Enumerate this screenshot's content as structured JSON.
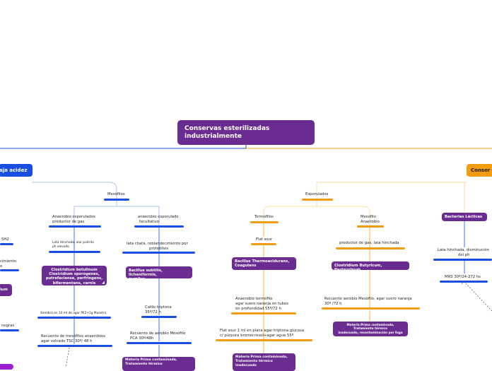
{
  "root": {
    "line1": "Conservas esterilizadas",
    "line2": "industrialmente"
  },
  "categories": {
    "left": "aja acidez",
    "right": "Conser"
  },
  "left_edge": {
    "sh2": "SH2",
    "cimiento": "cimiento",
    "cimiento2": "o",
    "ium": "ium",
    "negras": "negras"
  },
  "mesofilos": {
    "label": "Mesófilos",
    "anaerobio": {
      "line1": "Anaerobio esporulados",
      "line2": "productor de gas"
    },
    "lata_hinchada": {
      "line1": "Lata Hinchada, olor pútrido",
      "line2": "ph elevado"
    },
    "clostridium_box": {
      "line1": "Clostridium botulinum",
      "line2": "Clostridium sporogenes,",
      "line3": "putrefaciense, perfringens,",
      "line4": "bifermentans, carnis"
    },
    "siembra": "Siembra en 10 ml de agar PE2+1g Muestra",
    "recuento_anaerobios": {
      "line1": "Recuento de mesófilos anaerobios",
      "line2": "agar volcado TSC 30º/ 48 h"
    },
    "facultativo": {
      "line1": "anaerobio esporulado",
      "line2": "facultativo"
    },
    "lata_chata": {
      "line1": "lata chata, reblandecimiento por",
      "line2": "proteólisis"
    },
    "bacillus_box": {
      "line1": "Bacillus subtilis, licheniformis,",
      "line2": "pumilus"
    },
    "caldo": {
      "line1": "Caldo triptona",
      "line2": "35º/72 h"
    },
    "recuento_aerobio": {
      "line1": "Recuento de aerobio Mesófilo",
      "line2": "PCA 30º/48h"
    },
    "materia_box": {
      "line1": "Materia Prima contaminada,",
      "line2": "Tratamiento térmico"
    }
  },
  "esporulados": {
    "label": "Esporulados",
    "termofilos": "Termófilos",
    "flat_sour": "Flat sour",
    "bacillus_thermo_box": {
      "line1": "Bacillus Thermoacidurans,",
      "line2": "Coagulans"
    },
    "anaerobio_termofilo": {
      "line1": "Anaerobio termófilo",
      "line2": "agar suero naranja en tubos",
      "line3": "en profundidad 55º/72 h"
    },
    "flat_sour_placa": {
      "line1": "Flat sour 1 ml en placa agar triptona glucosa",
      "line2": "c/ púrpura bromocresol+agar agua 55º"
    },
    "materia_thermo_box": {
      "line1": "Materia Prima contaminada,",
      "line2": "Tratamiento térmico",
      "line3": "inadecuado"
    },
    "mesofilo_anaerobio": {
      "line1": "Mesófilo",
      "line2": "Anaerobio"
    },
    "productor_gas": "productor de gas, lata hinchada",
    "clostridium_butyricum_box": "Clostridium Butyricum, Pasteurinum",
    "recuento_naranja": {
      "line1": "Recuento aerobio Mesófilo, agar suero naranja",
      "line2": "30º /72 h"
    },
    "materia_meso_box": {
      "line1": "Materia Prima contaminada,",
      "line2": "Tratamiento térmico",
      "line3": "inadecuado, recontaminación por fuga"
    }
  },
  "lacticas": {
    "box": "Bacterias Lácticas",
    "lata": {
      "line1": "Lata hinchada, disminución",
      "line2": "del ph"
    },
    "mrs": "MRS 30º/24-272 hs"
  },
  "colors": {
    "purple": "#6a2c91",
    "blue": "#1a4ee0",
    "orange": "#f39c12"
  }
}
